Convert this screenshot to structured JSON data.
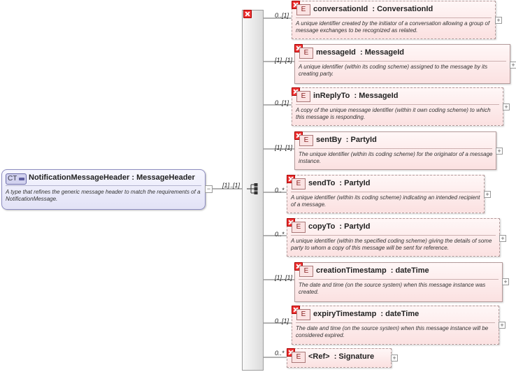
{
  "complex_type": {
    "badge": "CT",
    "name": "NotificationMessageHeader",
    "type": "MessageHeader",
    "description": "A type that refines the generic message header to match the requirements of a NotificationMessage.",
    "multiplicity": "[1]..[1]",
    "collapse_symbol": "−"
  },
  "expand_symbol": "+",
  "elements": [
    {
      "name": "conversationId",
      "type": "ConversationId",
      "multiplicity": "0..[1]",
      "optional": true,
      "badge": "E",
      "description": "A unique identifier created by the initiator of a conversation allowing a group of message exchanges to be recognized as related."
    },
    {
      "name": "messageId",
      "type": "MessageId",
      "multiplicity": "[1]..[1]",
      "optional": false,
      "badge": "E",
      "description": "A unique identifier (within its coding scheme) assigned to the message by its creating party."
    },
    {
      "name": "inReplyTo",
      "type": "MessageId",
      "multiplicity": "0..[1]",
      "optional": true,
      "badge": "E",
      "description": "A copy of the unique message identifier (within it own coding scheme) to which this message is responding."
    },
    {
      "name": "sentBy",
      "type": "PartyId",
      "multiplicity": "[1]..[1]",
      "optional": false,
      "badge": "E",
      "description": "The unique identifier (within its coding scheme) for the originator of a message instance."
    },
    {
      "name": "sendTo",
      "type": "PartyId",
      "multiplicity": "0..*",
      "optional": true,
      "badge": "E",
      "description": "A unique identifier (within its coding scheme) indicating an intended recipient of a message."
    },
    {
      "name": "copyTo",
      "type": "PartyId",
      "multiplicity": "0..*",
      "optional": true,
      "badge": "E",
      "description": "A unique identifier (within the specified coding scheme) giving the details of some party to whom a copy of this message will be sent for reference."
    },
    {
      "name": "creationTimestamp",
      "type": "dateTime",
      "multiplicity": "[1]..[1]",
      "optional": false,
      "badge": "E",
      "description": "The date and time (on the source system) when this message instance was created."
    },
    {
      "name": "expiryTimestamp",
      "type": "dateTime",
      "multiplicity": "0..[1]",
      "optional": true,
      "badge": "E",
      "description": "The date and time (on the source system) when this message instance will be considered expired."
    },
    {
      "name": "<Ref>",
      "type": "Signature",
      "multiplicity": "0..*",
      "optional": true,
      "badge": "E",
      "description": ""
    }
  ]
}
